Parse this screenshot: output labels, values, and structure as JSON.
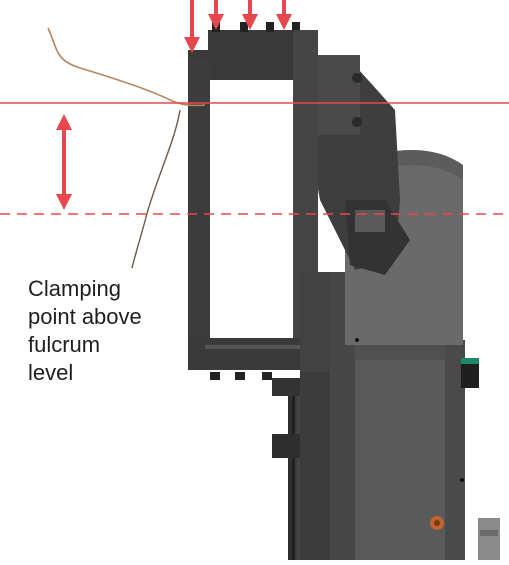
{
  "annotation": {
    "lines": [
      "Clamping",
      "point above",
      "fulcrum",
      "level"
    ]
  },
  "colors": {
    "accent": "#e5484d",
    "machine_dark": "#3a3a3a",
    "machine_mid": "#505050",
    "machine_light": "#6a6a6a",
    "workpiece_wire": "#b48660"
  },
  "icons": {
    "force_arrow": "arrow-down-icon",
    "travel_arrow": "double-arrow-vertical-icon"
  }
}
